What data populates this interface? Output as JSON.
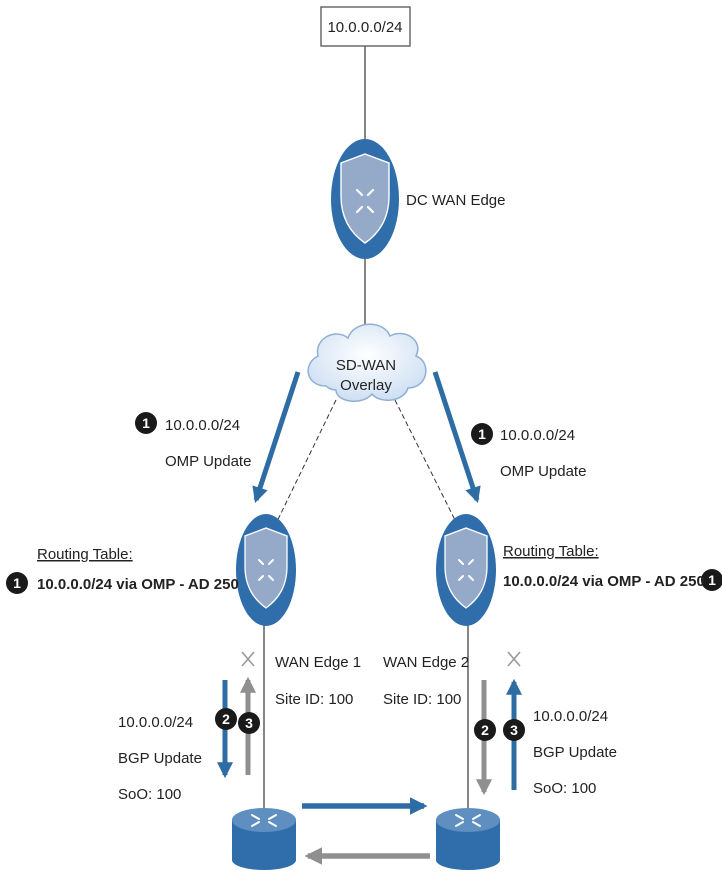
{
  "prefix_box": {
    "text": "10.0.0.0/24"
  },
  "dc_edge": {
    "label": "DC WAN Edge"
  },
  "overlay": {
    "line1": "SD-WAN",
    "line2": "Overlay"
  },
  "omp_left": {
    "step": "1",
    "line1": "10.0.0.0/24",
    "line2": "OMP Update"
  },
  "omp_right": {
    "step": "1",
    "line1": "10.0.0.0/24",
    "line2": "OMP Update"
  },
  "rt_left": {
    "step": "1",
    "title": "Routing Table:",
    "entry": "10.0.0.0/24 via OMP - AD 250"
  },
  "rt_right": {
    "step": "1",
    "title": "Routing Table:",
    "entry": "10.0.0.0/24 via OMP - AD 250"
  },
  "edge1": {
    "name": "WAN Edge 1",
    "site": "Site ID: 100"
  },
  "edge2": {
    "name": "WAN Edge 2",
    "site": "Site ID: 100"
  },
  "bgp_left": {
    "line1": "10.0.0.0/24",
    "line2": "BGP Update",
    "line3": "SoO: 100",
    "step_a": "2",
    "step_b": "3"
  },
  "bgp_right": {
    "line1": "10.0.0.0/24",
    "line2": "BGP Update",
    "line3": "SoO: 100",
    "step_a": "2",
    "step_b": "3"
  },
  "colors": {
    "blue_arrow": "#2e6da4",
    "gray_arrow": "#8f8f8f",
    "device_blue": "#2f6eaa",
    "shield": "#95a9c9",
    "badge": "#1a1a1a"
  }
}
